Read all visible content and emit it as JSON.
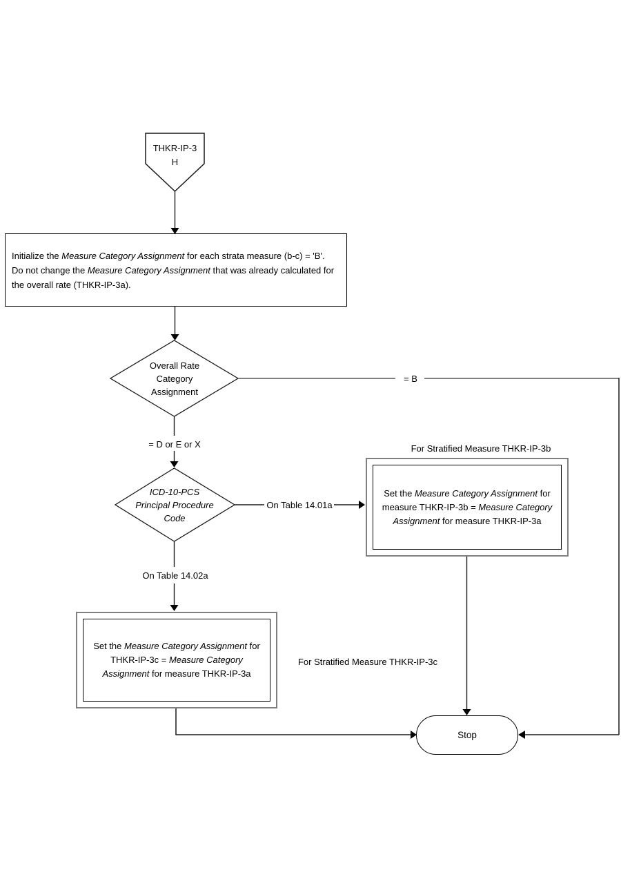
{
  "diagram": {
    "connector": {
      "line1": "THKR-IP-3",
      "line2": "H"
    },
    "init_box": {
      "l1a": "Initialize the ",
      "l1b": "Measure Category Assignment",
      "l1c": " for each strata measure (b-c) = 'B'.",
      "l2a": "Do not change the ",
      "l2b": "Measure Category Assignment",
      "l2c": " that was already calculated for",
      "l3a": "the overall rate (THKR-IP-3a)."
    },
    "decision_overall": {
      "line1": "Overall Rate",
      "line2": "Category",
      "line3": "Assignment"
    },
    "label_eq_b": "= B",
    "label_eq_dex": "= D or E or X",
    "decision_icd": {
      "line1": "ICD-10-PCS",
      "line2": "Principal Procedure",
      "line3": "Code"
    },
    "label_table_1401a": "On Table 14.01a",
    "label_table_1402a": "On Table 14.02a",
    "title_3b": "For Stratified Measure THKR-IP-3b",
    "box_3b": {
      "l1a": "Set the ",
      "l1b": "Measure Category Assignment",
      "l1c": " for",
      "l2a": "measure THKR-IP-3b = ",
      "l2b": "Measure Category",
      "l3a": "Assignment",
      "l3b": " for measure THKR-IP-3a"
    },
    "title_3c": "For Stratified Measure THKR-IP-3c",
    "box_3c": {
      "l1a": "Set the ",
      "l1b": "Measure Category Assignment",
      "l1c": " for",
      "l2a": "THKR-IP-3c = ",
      "l2b": "Measure Category",
      "l3a": "Assignment",
      "l3b": " for measure THKR-IP-3a"
    },
    "stop_label": "Stop",
    "colors": {
      "line": "#1a1a1a",
      "gray": "#808080",
      "shape_border": "#000000",
      "background": "#ffffff"
    }
  }
}
